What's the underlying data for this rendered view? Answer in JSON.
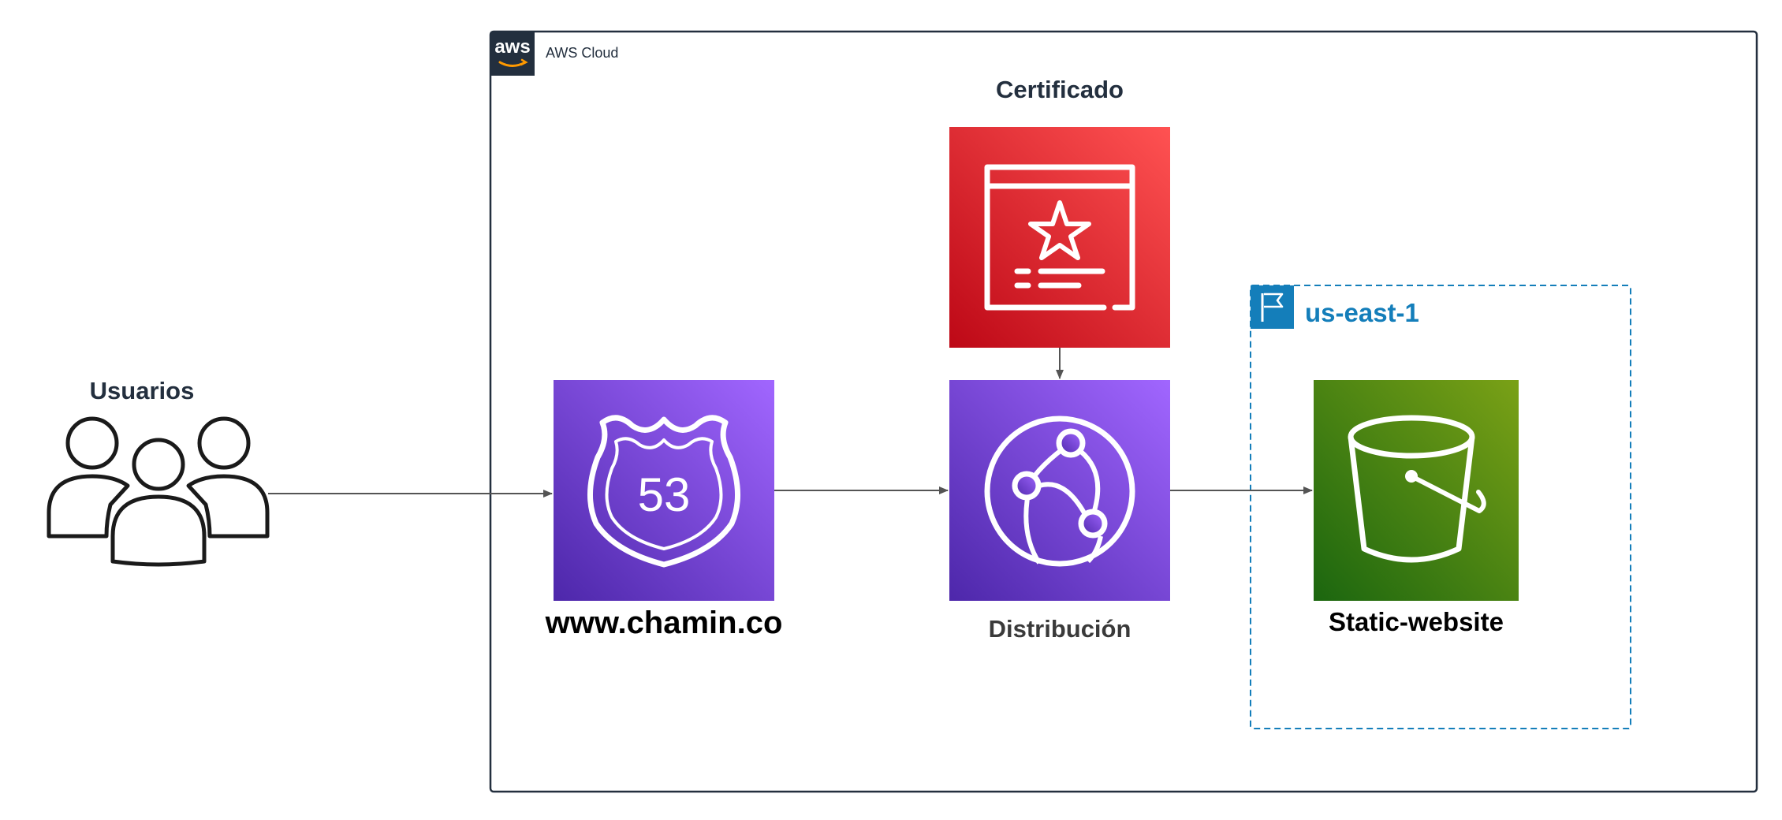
{
  "aws_group": {
    "label": "AWS Cloud",
    "logo_text": "aws",
    "border_color": "#232f3e"
  },
  "region_group": {
    "label": "us-east-1",
    "color": "#147eba"
  },
  "nodes": {
    "users": {
      "label": "Usuarios",
      "icon": "users-icon"
    },
    "route53": {
      "label": "www.chamin.co",
      "icon": "route53-icon",
      "badge": "53",
      "color_top": "#a166ff",
      "color_bottom": "#4d27aa"
    },
    "certificate": {
      "label": "Certificado",
      "icon": "certificate-manager-icon",
      "color_top": "#ff5252",
      "color_bottom": "#bd0816"
    },
    "cloudfront": {
      "label": "Distribución",
      "icon": "cloudfront-icon",
      "color_top": "#a166ff",
      "color_bottom": "#4d27aa"
    },
    "s3": {
      "label": "Static-website",
      "icon": "s3-bucket-icon",
      "color_top": "#7aa116",
      "color_bottom": "#1b660f"
    }
  },
  "edges": [
    {
      "from": "users",
      "to": "route53"
    },
    {
      "from": "route53",
      "to": "cloudfront"
    },
    {
      "from": "certificate",
      "to": "cloudfront"
    },
    {
      "from": "cloudfront",
      "to": "s3"
    }
  ]
}
